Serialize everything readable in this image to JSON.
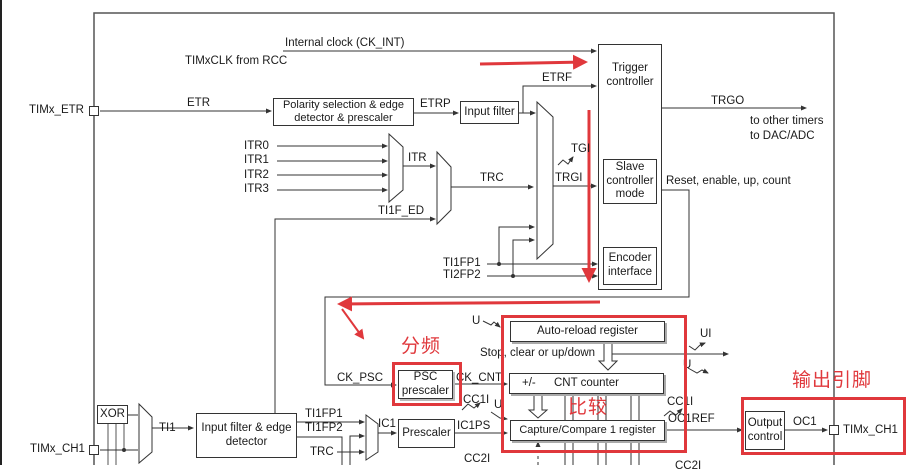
{
  "diagram": {
    "title": "General-purpose timer block diagram (partial)",
    "colors": {
      "line": "#333333",
      "annotation_red": "#e0383c"
    },
    "pins": {
      "etr": "TIMx_ETR",
      "ch1_in": "TIMx_CH1",
      "ch1_out": "TIMx_CH1"
    },
    "clock": {
      "internal_clock": "Internal clock (CK_INT)",
      "timxclk": "TIMxCLK from RCC"
    },
    "etr_path": {
      "etr_label": "ETR",
      "polarity_block": "Polarity selection & edge detector & prescaler",
      "etrp_label": "ETRP",
      "input_filter": "Input filter",
      "etrf_label": "ETRF"
    },
    "itr_inputs": [
      "ITR0",
      "ITR1",
      "ITR2",
      "ITR3"
    ],
    "itr_label": "ITR",
    "ti1f_ed": "TI1F_ED",
    "trc_label": "TRC",
    "trgi_label": "TRGI",
    "tgi_label": "TGI",
    "ti1fp1": "TI1FP1",
    "ti2fp2": "TI2FP2",
    "trigger_controller": "Trigger controller",
    "slave_controller": "Slave controller mode",
    "encoder_interface": "Encoder interface",
    "trgo_label": "TRGO",
    "trgo_dest_1": "to other timers",
    "trgo_dest_2": "to DAC/ADC",
    "reset_label": "Reset, enable, up, count",
    "counter_section": {
      "ck_psc": "CK_PSC",
      "psc_block": "PSC prescaler",
      "ck_cnt": "CK_CNT",
      "u_label_1": "U",
      "auto_reload": "Auto-reload register",
      "stop_clear": "Stop, clear or up/down",
      "ui_label": "UI",
      "u_label_2": "U",
      "cnt_plusminus": "+/-",
      "cnt_counter": "CNT counter",
      "cc1i_left": "CC1I",
      "u_label_3": "U",
      "capture_compare": "Capture/Compare 1 register",
      "cc1i_right": "CC1I",
      "oc1ref": "OC1REF",
      "output_control": "Output control",
      "oc1": "OC1"
    },
    "input_section": {
      "xor": "XOR",
      "ti1": "TI1",
      "input_filter_edge": "Input filter & edge detector",
      "ti1fp1": "TI1FP1",
      "ti1fp2": "TI1FP2",
      "trc": "TRC",
      "ic1": "IC1",
      "prescaler": "Prescaler",
      "ic1ps": "IC1PS",
      "cc2i": "CC2I",
      "cc2i_right": "CC2I"
    },
    "annotations": {
      "divide_freq": "分频",
      "compare": "比较",
      "output_pin": "输出引脚"
    }
  }
}
